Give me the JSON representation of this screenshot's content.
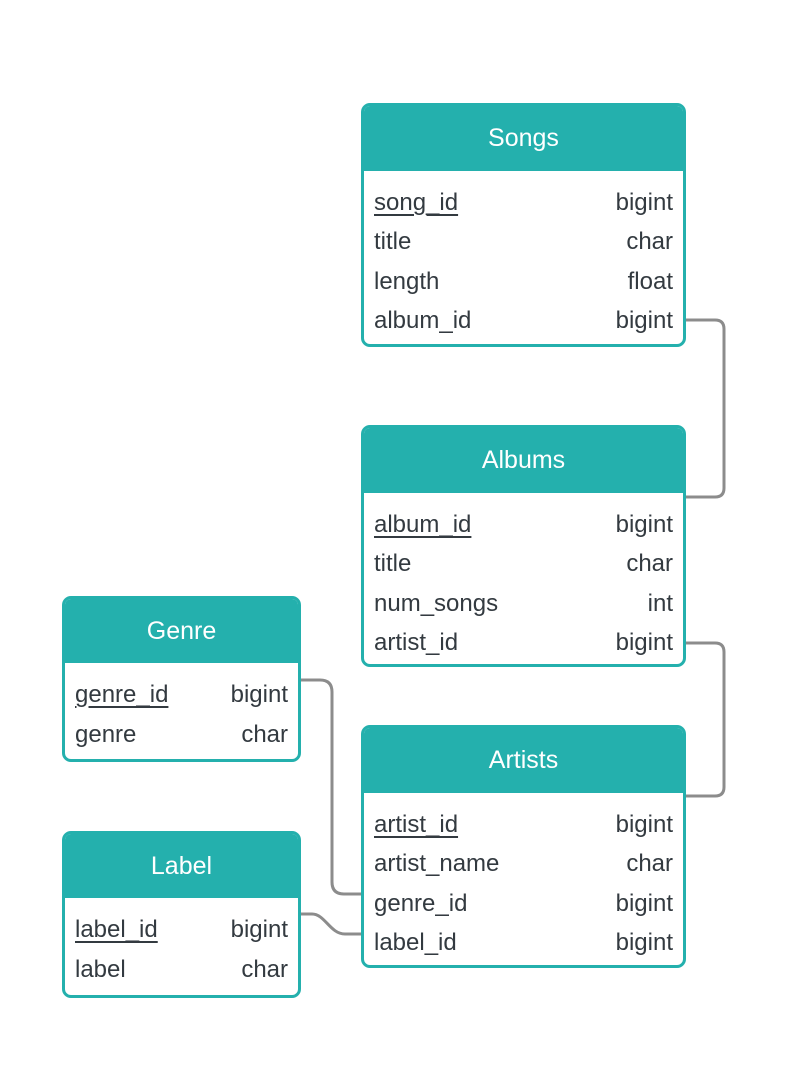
{
  "colors": {
    "accent": "#24b0ad",
    "header_text": "#ffffff",
    "row_text": "#333a40",
    "connector": "#8c8c8c"
  },
  "tables": {
    "songs": {
      "title": "Songs",
      "rows": [
        {
          "name": "song_id",
          "type": "bigint",
          "primary_key": true
        },
        {
          "name": "title",
          "type": "char",
          "primary_key": false
        },
        {
          "name": "length",
          "type": "float",
          "primary_key": false
        },
        {
          "name": "album_id",
          "type": "bigint",
          "primary_key": false
        }
      ]
    },
    "albums": {
      "title": "Albums",
      "rows": [
        {
          "name": "album_id",
          "type": "bigint",
          "primary_key": true
        },
        {
          "name": "title",
          "type": "char",
          "primary_key": false
        },
        {
          "name": "num_songs",
          "type": "int",
          "primary_key": false
        },
        {
          "name": "artist_id",
          "type": "bigint",
          "primary_key": false
        }
      ]
    },
    "artists": {
      "title": "Artists",
      "rows": [
        {
          "name": "artist_id",
          "type": "bigint",
          "primary_key": true
        },
        {
          "name": "artist_name",
          "type": "char",
          "primary_key": false
        },
        {
          "name": "genre_id",
          "type": "bigint",
          "primary_key": false
        },
        {
          "name": "label_id",
          "type": "bigint",
          "primary_key": false
        }
      ]
    },
    "genre": {
      "title": "Genre",
      "rows": [
        {
          "name": "genre_id",
          "type": "bigint",
          "primary_key": true
        },
        {
          "name": "genre",
          "type": "char",
          "primary_key": false
        }
      ]
    },
    "label": {
      "title": "Label",
      "rows": [
        {
          "name": "label_id",
          "type": "bigint",
          "primary_key": true
        },
        {
          "name": "label",
          "type": "char",
          "primary_key": false
        }
      ]
    }
  },
  "relationships": [
    {
      "from": "songs.album_id",
      "to": "albums.album_id"
    },
    {
      "from": "albums.artist_id",
      "to": "artists.artist_id"
    },
    {
      "from": "genre.genre_id",
      "to": "artists.genre_id"
    },
    {
      "from": "label.label_id",
      "to": "artists.label_id"
    }
  ]
}
